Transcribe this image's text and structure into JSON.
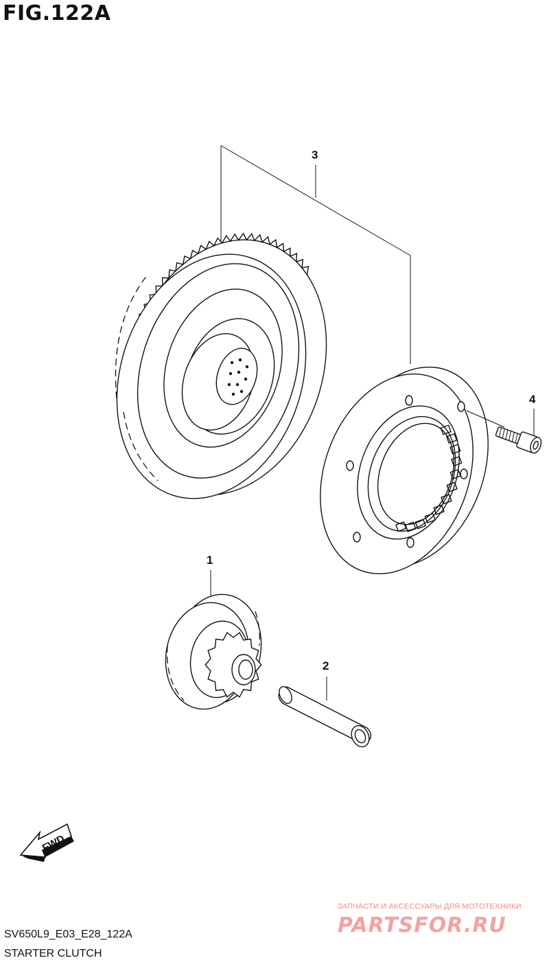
{
  "figure": {
    "title": "FIG.122A"
  },
  "callouts": [
    {
      "id": "3"
    },
    {
      "id": "4"
    },
    {
      "id": "1"
    },
    {
      "id": "2"
    }
  ],
  "fwd_arrow": {
    "label": "FWD"
  },
  "footer": {
    "code": "SV650L9_E03_E28_122A",
    "name": "STARTER CLUTCH"
  },
  "watermark": {
    "tagline": "ЗАПЧАСТИ И АКСЕССУАРЫ ДЛЯ МОТОТЕХНИКИ",
    "logo_text": "PARTSFOR.RU",
    "color": "#f08a8a"
  }
}
